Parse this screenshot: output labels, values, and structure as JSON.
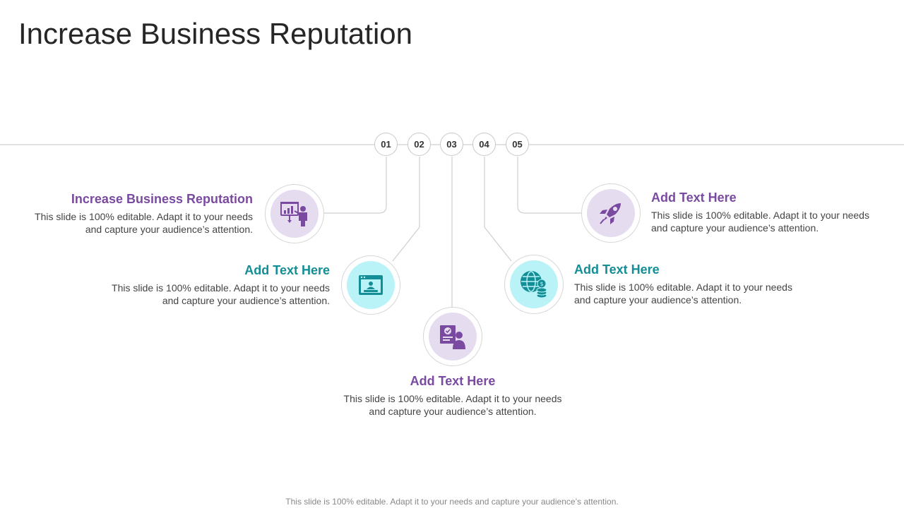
{
  "title": "Increase Business Reputation",
  "footer": "This slide is 100% editable. Adapt it to your needs and capture your audience’s attention.",
  "colors": {
    "purple": "#7a4aa0",
    "teal": "#138e96",
    "purple_disc": "#e6dcf0",
    "cyan_disc": "#b9f3f8"
  },
  "steps": [
    {
      "number": "01",
      "heading": "Increase Business Reputation",
      "description": "This slide is 100% editable. Adapt it to your needs and capture your audience’s attention.",
      "icon": "presentation-icon"
    },
    {
      "number": "02",
      "heading": "Add Text Here",
      "description": "This slide is 100% editable. Adapt it to your needs and capture your audience’s attention.",
      "icon": "login-window-icon"
    },
    {
      "number": "03",
      "heading": "Add Text Here",
      "description": "This slide is 100% editable. Adapt it to your needs and capture your audience’s attention.",
      "icon": "certified-person-icon"
    },
    {
      "number": "04",
      "heading": "Add Text Here",
      "description": "This slide is 100% editable. Adapt it to your needs and capture your audience’s attention.",
      "icon": "globe-coins-icon"
    },
    {
      "number": "05",
      "heading": "Add Text Here",
      "description": "This slide is 100% editable. Adapt it to your needs and capture your audience’s attention.",
      "icon": "rocket-icon"
    }
  ]
}
